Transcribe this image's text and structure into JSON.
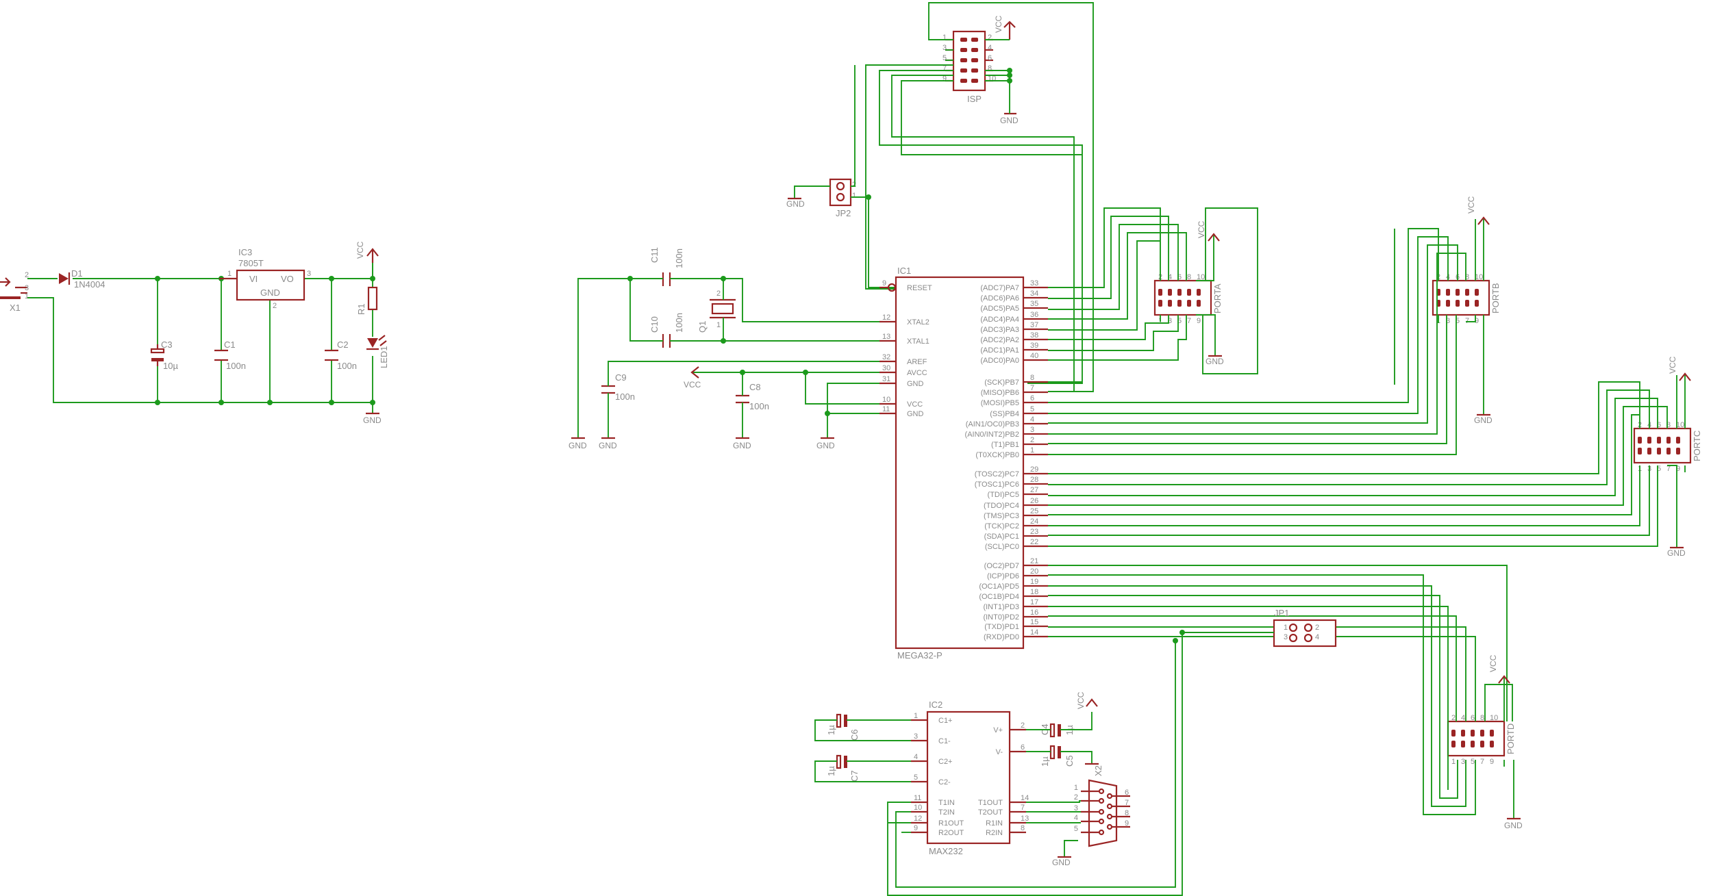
{
  "colors": {
    "symbol": "#9a2424",
    "wire": "#1c9a1c",
    "text": "#8a8a8a",
    "background": "#ffffff"
  },
  "power": {
    "vcc": "VCC",
    "gnd": "GND",
    "x1": "X1",
    "x1_pins": [
      "2",
      "3",
      "1"
    ],
    "d1": "D1",
    "d1_val": "1N4004",
    "ic3": "IC3",
    "ic3_val": "7805T",
    "ic3_vi": "VI",
    "ic3_vo": "VO",
    "ic3_gnd": "GND",
    "ic3_pins": [
      "1",
      "3",
      "2"
    ],
    "c3": "C3",
    "c3_val": "10µ",
    "c1": "C1",
    "c1_val": "100n",
    "c2": "C2",
    "c2_val": "100n",
    "r1": "R1",
    "led1": "LED1"
  },
  "isp": {
    "name": "ISP",
    "pins_left": [
      "1",
      "3",
      "5",
      "7",
      "9"
    ],
    "pins_right": [
      "2",
      "4",
      "6",
      "8",
      "10"
    ]
  },
  "jp2": {
    "name": "JP2",
    "pins": [
      "2",
      "1"
    ]
  },
  "osc": {
    "c11": "C11",
    "c11_val": "100n",
    "c10": "C10",
    "c10_val": "100n",
    "q1": "Q1",
    "q1_pins": [
      "2",
      "1"
    ],
    "c9": "C9",
    "c9_val": "100n",
    "c8": "C8",
    "c8_val": "100n"
  },
  "ic1": {
    "name": "IC1",
    "value": "MEGA32-P",
    "left_pins": [
      {
        "num": "9",
        "label": "RESET"
      },
      {
        "num": "12",
        "label": "XTAL2"
      },
      {
        "num": "13",
        "label": "XTAL1"
      },
      {
        "num": "32",
        "label": "AREF"
      },
      {
        "num": "30",
        "label": "AVCC"
      },
      {
        "num": "31",
        "label": "GND"
      },
      {
        "num": "10",
        "label": "VCC"
      },
      {
        "num": "11",
        "label": "GND"
      }
    ],
    "right_pins": [
      {
        "num": "33",
        "label": "(ADC7)PA7"
      },
      {
        "num": "34",
        "label": "(ADC6)PA6"
      },
      {
        "num": "35",
        "label": "(ADC5)PA5"
      },
      {
        "num": "36",
        "label": "(ADC4)PA4"
      },
      {
        "num": "37",
        "label": "(ADC3)PA3"
      },
      {
        "num": "38",
        "label": "(ADC2)PA2"
      },
      {
        "num": "39",
        "label": "(ADC1)PA1"
      },
      {
        "num": "40",
        "label": "(ADC0)PA0"
      },
      {
        "num": "8",
        "label": "(SCK)PB7"
      },
      {
        "num": "7",
        "label": "(MISO)PB6"
      },
      {
        "num": "6",
        "label": "(MOSI)PB5"
      },
      {
        "num": "5",
        "label": "(SS)PB4"
      },
      {
        "num": "4",
        "label": "(AIN1/OC0)PB3"
      },
      {
        "num": "3",
        "label": "(AIN0/INT2)PB2"
      },
      {
        "num": "2",
        "label": "(T1)PB1"
      },
      {
        "num": "1",
        "label": "(T0XCK)PB0"
      },
      {
        "num": "29",
        "label": "(TOSC2)PC7"
      },
      {
        "num": "28",
        "label": "(TOSC1)PC6"
      },
      {
        "num": "27",
        "label": "(TDI)PC5"
      },
      {
        "num": "26",
        "label": "(TDO)PC4"
      },
      {
        "num": "25",
        "label": "(TMS)PC3"
      },
      {
        "num": "24",
        "label": "(TCK)PC2"
      },
      {
        "num": "23",
        "label": "(SDA)PC1"
      },
      {
        "num": "22",
        "label": "(SCL)PC0"
      },
      {
        "num": "21",
        "label": "(OC2)PD7"
      },
      {
        "num": "20",
        "label": "(ICP)PD6"
      },
      {
        "num": "19",
        "label": "(OC1A)PD5"
      },
      {
        "num": "18",
        "label": "(OC1B)PD4"
      },
      {
        "num": "17",
        "label": "(INT1)PD3"
      },
      {
        "num": "16",
        "label": "(INT0)PD2"
      },
      {
        "num": "15",
        "label": "(TXD)PD1"
      },
      {
        "num": "14",
        "label": "(RXD)PD0"
      }
    ]
  },
  "headers": {
    "porta": "PORTA",
    "portb": "PORTB",
    "portc": "PORTC",
    "portd": "PORTD",
    "top_pins": [
      "2",
      "4",
      "6",
      "8",
      "10"
    ],
    "bottom_pins": [
      "1",
      "3",
      "5",
      "7",
      "9"
    ]
  },
  "jp1": {
    "name": "JP1",
    "pins": [
      "1",
      "3",
      "2",
      "4"
    ]
  },
  "ic2": {
    "name": "IC2",
    "value": "MAX232",
    "left_pins": [
      {
        "num": "1",
        "label": "C1+"
      },
      {
        "num": "3",
        "label": "C1-"
      },
      {
        "num": "4",
        "label": "C2+"
      },
      {
        "num": "5",
        "label": "C2-"
      },
      {
        "num": "11",
        "label": "T1IN"
      },
      {
        "num": "10",
        "label": "T2IN"
      },
      {
        "num": "12",
        "label": "R1OUT"
      },
      {
        "num": "9",
        "label": "R2OUT"
      }
    ],
    "right_pins": [
      {
        "num": "2",
        "label": "V+"
      },
      {
        "num": "6",
        "label": "V-"
      },
      {
        "num": "14",
        "label": "T1OUT"
      },
      {
        "num": "7",
        "label": "T2OUT"
      },
      {
        "num": "13",
        "label": "R1IN"
      },
      {
        "num": "8",
        "label": "R2IN"
      }
    ],
    "c6": "C6",
    "c6_val": "1µ",
    "c7": "C7",
    "c7_val": "1µ",
    "c4": "C4",
    "c4_val": "1µ",
    "c5": "C5",
    "c5_val": "1µ"
  },
  "x2": {
    "name": "X2",
    "left_pins": [
      "1",
      "2",
      "3",
      "4",
      "5"
    ],
    "right_pins": [
      "6",
      "7",
      "8",
      "9"
    ]
  }
}
